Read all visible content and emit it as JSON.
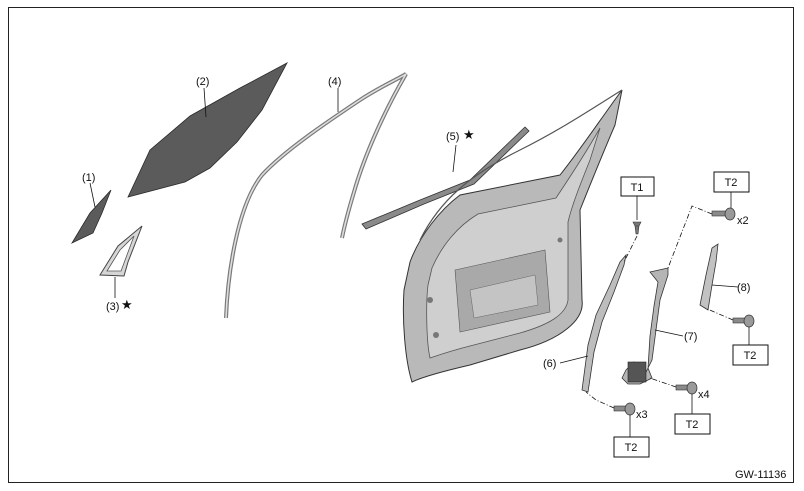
{
  "labels": {
    "p1": "(1)",
    "p2": "(2)",
    "p3": "(3)",
    "p4": "(4)",
    "p5": "(5)",
    "p6": "(6)",
    "p7": "(7)",
    "p8": "(8)",
    "star": "★"
  },
  "torque_boxes": {
    "t1": "T1",
    "t2_top": "T2",
    "t2_right": "T2",
    "t2_mid": "T2",
    "t2_left": "T2"
  },
  "quantities": {
    "x2": "x2",
    "x4": "x4",
    "x3": "x3"
  },
  "figure_code": "GW-11136"
}
